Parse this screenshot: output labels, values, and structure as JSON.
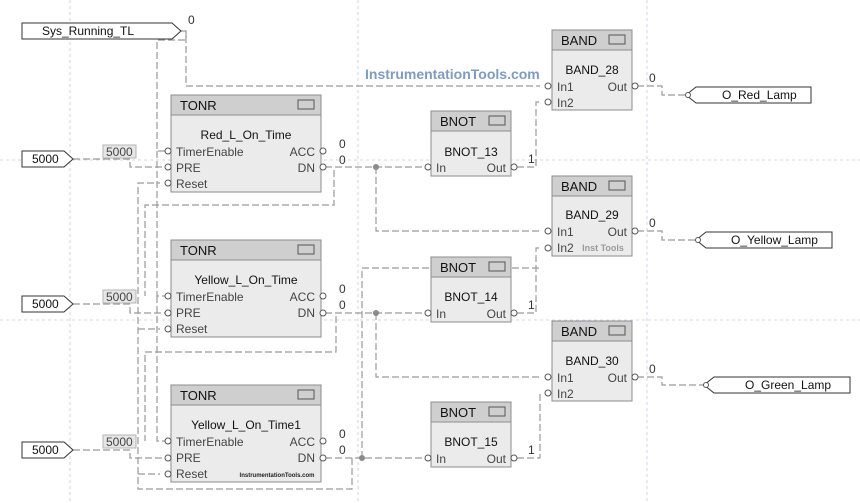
{
  "watermark": "InstrumentationTools.com",
  "watermark_small": "InstrumentationTools.com",
  "inst_tools_label": "Inst Tools",
  "input_tags": {
    "sys_running": "Sys_Running_TL",
    "sys_running_value": "0",
    "preset_1": "5000",
    "preset_2": "5000",
    "preset_3": "5000"
  },
  "output_tags": {
    "red": "O_Red_Lamp",
    "yellow": "O_Yellow_Lamp",
    "green": "O_Green_Lamp"
  },
  "timers": [
    {
      "type": "TONR",
      "name": "Red_L_On_Time",
      "pins": [
        "TimerEnable",
        "PRE",
        "Reset"
      ],
      "out_pins": [
        "ACC",
        "DN"
      ],
      "acc": "0",
      "dn": "0",
      "pre_value": "5000"
    },
    {
      "type": "TONR",
      "name": "Yellow_L_On_Time",
      "pins": [
        "TimerEnable",
        "PRE",
        "Reset"
      ],
      "out_pins": [
        "ACC",
        "DN"
      ],
      "acc": "0",
      "dn": "0",
      "pre_value": "5000"
    },
    {
      "type": "TONR",
      "name": "Yellow_L_On_Time1",
      "pins": [
        "TimerEnable",
        "PRE",
        "Reset"
      ],
      "out_pins": [
        "ACC",
        "DN"
      ],
      "acc": "0",
      "dn": "0",
      "pre_value": "5000"
    }
  ],
  "bnots": [
    {
      "type": "BNOT",
      "name": "BNOT_13",
      "in": "In",
      "out": "Out",
      "out_value": "1"
    },
    {
      "type": "BNOT",
      "name": "BNOT_14",
      "in": "In",
      "out": "Out",
      "out_value": "1"
    },
    {
      "type": "BNOT",
      "name": "BNOT_15",
      "in": "In",
      "out": "Out",
      "out_value": "1"
    }
  ],
  "bands": [
    {
      "type": "BAND",
      "name": "BAND_28",
      "in1": "In1",
      "in2": "In2",
      "out": "Out",
      "out_value": "0"
    },
    {
      "type": "BAND",
      "name": "BAND_29",
      "in1": "In1",
      "in2": "In2",
      "out": "Out",
      "out_value": "0"
    },
    {
      "type": "BAND",
      "name": "BAND_30",
      "in1": "In1",
      "in2": "In2",
      "out": "Out",
      "out_value": "0"
    }
  ]
}
